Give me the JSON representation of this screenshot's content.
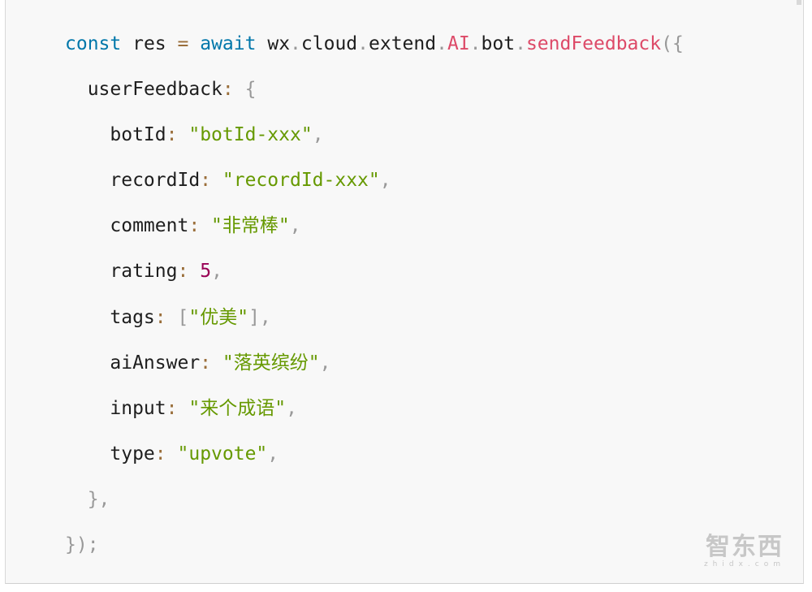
{
  "code": {
    "line1": {
      "kw_const": "const",
      "var_res": "res",
      "op_eq": "=",
      "kw_await": "await",
      "obj_wx": "wx",
      "dot1": ".",
      "obj_cloud": "cloud",
      "dot2": ".",
      "obj_extend": "extend",
      "dot3": ".",
      "obj_ai": "AI",
      "dot4": ".",
      "obj_bot": "bot",
      "dot5": ".",
      "fn_name": "sendFeedback",
      "open": "({"
    },
    "line2": {
      "key": "userFeedback",
      "colon": ":",
      "brace": "{"
    },
    "line3": {
      "key": "botId",
      "colon": ":",
      "value": "\"botId-xxx\"",
      "comma": ","
    },
    "line4": {
      "key": "recordId",
      "colon": ":",
      "value": "\"recordId-xxx\"",
      "comma": ","
    },
    "line5": {
      "key": "comment",
      "colon": ":",
      "value": "\"非常棒\"",
      "comma": ","
    },
    "line6": {
      "key": "rating",
      "colon": ":",
      "value": "5",
      "comma": ","
    },
    "line7": {
      "key": "tags",
      "colon": ":",
      "open": "[",
      "value": "\"优美\"",
      "close": "]",
      "comma": ","
    },
    "line8": {
      "key": "aiAnswer",
      "colon": ":",
      "value": "\"落英缤纷\"",
      "comma": ","
    },
    "line9": {
      "key": "input",
      "colon": ":",
      "value": "\"来个成语\"",
      "comma": ","
    },
    "line10": {
      "key": "type",
      "colon": ":",
      "value": "\"upvote\"",
      "comma": ","
    },
    "line11": {
      "close": "},"
    },
    "line12": {
      "close": "});"
    }
  },
  "watermark": {
    "main": "智东西",
    "sub": "zhidx.com"
  },
  "colors": {
    "keyword": "#0077aa",
    "function": "#dd4a68",
    "string": "#669900",
    "number": "#990055",
    "punctuation": "#999999",
    "background": "#f8f8f8"
  }
}
